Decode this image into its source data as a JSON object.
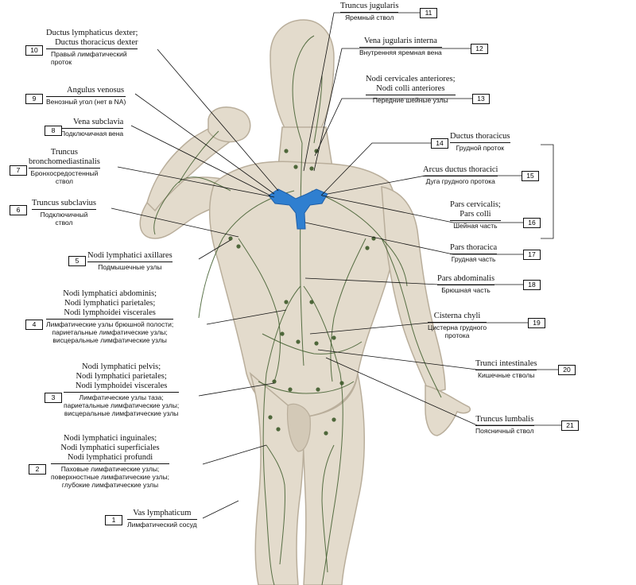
{
  "colors": {
    "skin": "#e3dbcc",
    "skin_shadow": "#b9ae9b",
    "lymph": "#3d5a2a",
    "duct": "#2f7fd0"
  },
  "labels": [
    {
      "n": "1",
      "latin": [
        "Vas lymphaticum"
      ],
      "russian": [
        "Лимфатический сосуд"
      ]
    },
    {
      "n": "2",
      "latin": [
        "Nodi lymphatici inguinales;",
        "Nodi lymphatici superficiales",
        "Nodi lymphatici profundi"
      ],
      "russian": [
        "Паховые лимфатические узлы;",
        "поверхностные лимфатические узлы;",
        "глубокие лимфатические узлы"
      ]
    },
    {
      "n": "3",
      "latin": [
        "Nodi lymphatici pelvis;",
        "Nodi lymphatici parietales;",
        "Nodi lymphoidei viscerales"
      ],
      "russian": [
        "Лимфатические узлы таза;",
        "париетальные лимфатические узлы;",
        "висцеральные лимфатические узлы"
      ]
    },
    {
      "n": "4",
      "latin": [
        "Nodi lymphatici abdominis;",
        "Nodi lymphatici parietales;",
        "Nodi lymphoidei viscerales"
      ],
      "russian": [
        "Лимфатические узлы брюшной полости;",
        "париетальные лимфатические узлы;",
        "висцеральные лимфатические узлы"
      ]
    },
    {
      "n": "5",
      "latin": [
        "Nodi lymphatici axillares"
      ],
      "russian": [
        "Подмышечные узлы"
      ]
    },
    {
      "n": "6",
      "latin": [
        "Truncus subclavius"
      ],
      "russian": [
        "Подключичный",
        "ствол"
      ]
    },
    {
      "n": "7",
      "latin": [
        "Truncus",
        "bronchomediastinalis"
      ],
      "russian": [
        "Бронхосредостенный",
        "ствол"
      ]
    },
    {
      "n": "8",
      "latin": [
        "Vena subclavia"
      ],
      "russian": [
        "Подключичная вена"
      ]
    },
    {
      "n": "9",
      "latin": [
        "Angulus venosus"
      ],
      "russian": [
        "Венозный угол (нет в NA)"
      ]
    },
    {
      "n": "10",
      "latin": [
        "Ductus lymphaticus dexter;",
        "Ductus thoracicus dexter"
      ],
      "russian": [
        "Правый лимфатический",
        "проток"
      ]
    },
    {
      "n": "11",
      "latin": [
        "Truncus jugularis"
      ],
      "russian": [
        "Яремный ствол"
      ]
    },
    {
      "n": "12",
      "latin": [
        "Vena jugularis interna"
      ],
      "russian": [
        "Внутренняя яремная вена"
      ]
    },
    {
      "n": "13",
      "latin": [
        "Nodi cervicales anteriores;",
        "Nodi colli anteriores"
      ],
      "russian": [
        "Передние шейные узлы"
      ]
    },
    {
      "n": "14",
      "latin": [
        "Ductus thoracicus"
      ],
      "russian": [
        "Грудной проток"
      ]
    },
    {
      "n": "15",
      "latin": [
        "Arcus ductus thoracici"
      ],
      "russian": [
        "Дуга грудного протока"
      ]
    },
    {
      "n": "16",
      "latin": [
        "Pars cervicalis;",
        "Pars colli"
      ],
      "russian": [
        "Шейная часть"
      ]
    },
    {
      "n": "17",
      "latin": [
        "Pars thoracica"
      ],
      "russian": [
        "Грудная часть"
      ]
    },
    {
      "n": "18",
      "latin": [
        "Pars abdominalis"
      ],
      "russian": [
        "Брюшная часть"
      ]
    },
    {
      "n": "19",
      "latin": [
        "Cisterna chyli"
      ],
      "russian": [
        "Цистерна грудного",
        "протока"
      ]
    },
    {
      "n": "20",
      "latin": [
        "Trunci intestinales"
      ],
      "russian": [
        "Кишечные стволы"
      ]
    },
    {
      "n": "21",
      "latin": [
        "Truncus lumbalis"
      ],
      "russian": [
        "Поясничный ствол"
      ]
    }
  ]
}
